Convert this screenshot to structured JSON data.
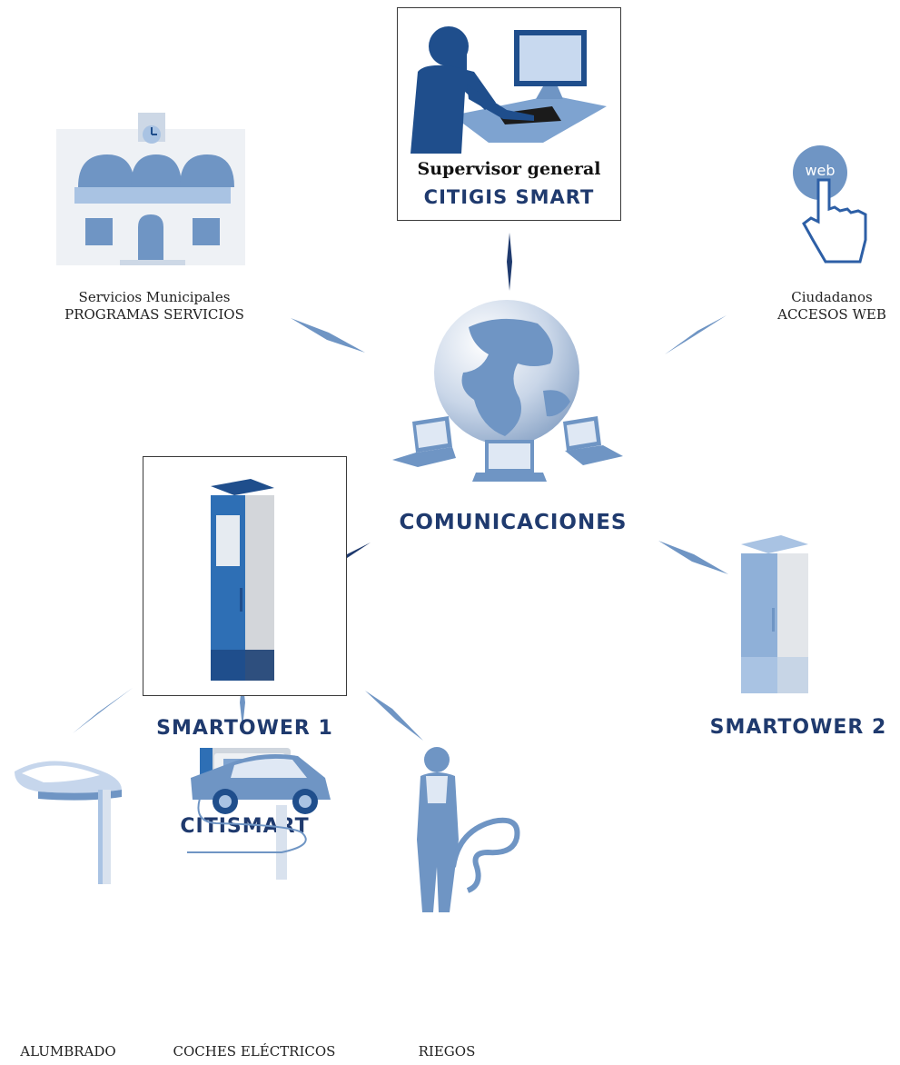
{
  "colors": {
    "navy": "#1f3a6e",
    "mid_blue": "#6f95c4",
    "light_blue": "#a9c3e3",
    "pale": "#e8edf3"
  },
  "supervisor": {
    "title": "Supervisor general",
    "product": "CITIGIS SMART"
  },
  "servicios": {
    "line1": "Servicios Municipales",
    "line2": "PROGRAMAS SERVICIOS"
  },
  "ciudadanos": {
    "line1": "Ciudadanos",
    "line2": "ACCESOS WEB",
    "web_badge": "web"
  },
  "comunicaciones": {
    "label": "COMUNICACIONES"
  },
  "smartower1": {
    "label": "SMARTOWER 1",
    "device_label": "CITISMART"
  },
  "smartower2": {
    "label": "SMARTOWER 2"
  },
  "endpoints": {
    "alumbrado": "ALUMBRADO",
    "coches": "COCHES ELÉCTRICOS",
    "riegos": "RIEGOS"
  }
}
